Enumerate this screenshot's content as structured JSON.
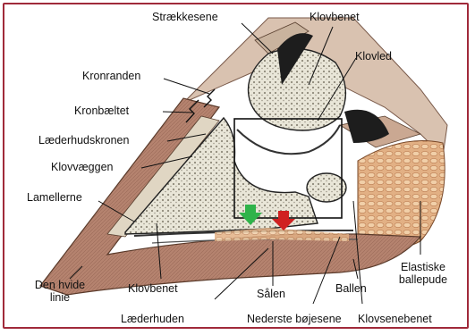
{
  "diagram": {
    "labels": {
      "straekkesene": "Strækkesene",
      "klovbenet_top": "Klovbenet",
      "klovled": "Klovled",
      "kronranden": "Kronranden",
      "kronbaeltet": "Kronbæltet",
      "laederhudskronen": "Læderhudskronen",
      "klovvaeggen": "Klovvæggen",
      "lamellerne": "Lamellerne",
      "klovbenet_bottom": "Klovbenet",
      "den_hvide_linie_1": "Den hvide",
      "den_hvide_linie_2": "linie",
      "laederhuden": "Læderhuden",
      "saalen": "Sålen",
      "nederste_bojesene": "Nederste bøjesene",
      "ballen": "Ballen",
      "elastiske_ballepude_1": "Elastiske",
      "elastiske_ballepude_2": "ballepude",
      "klovsenebenet": "Klovsenebenet"
    },
    "colors": {
      "frame": "#a02a3a",
      "horn_wall": "#b07a6e",
      "bone": "#e8e4d4",
      "heel_cushion": "#d9a87a",
      "green_arrow": "#2fb34a",
      "red_arrow": "#d02020"
    }
  }
}
